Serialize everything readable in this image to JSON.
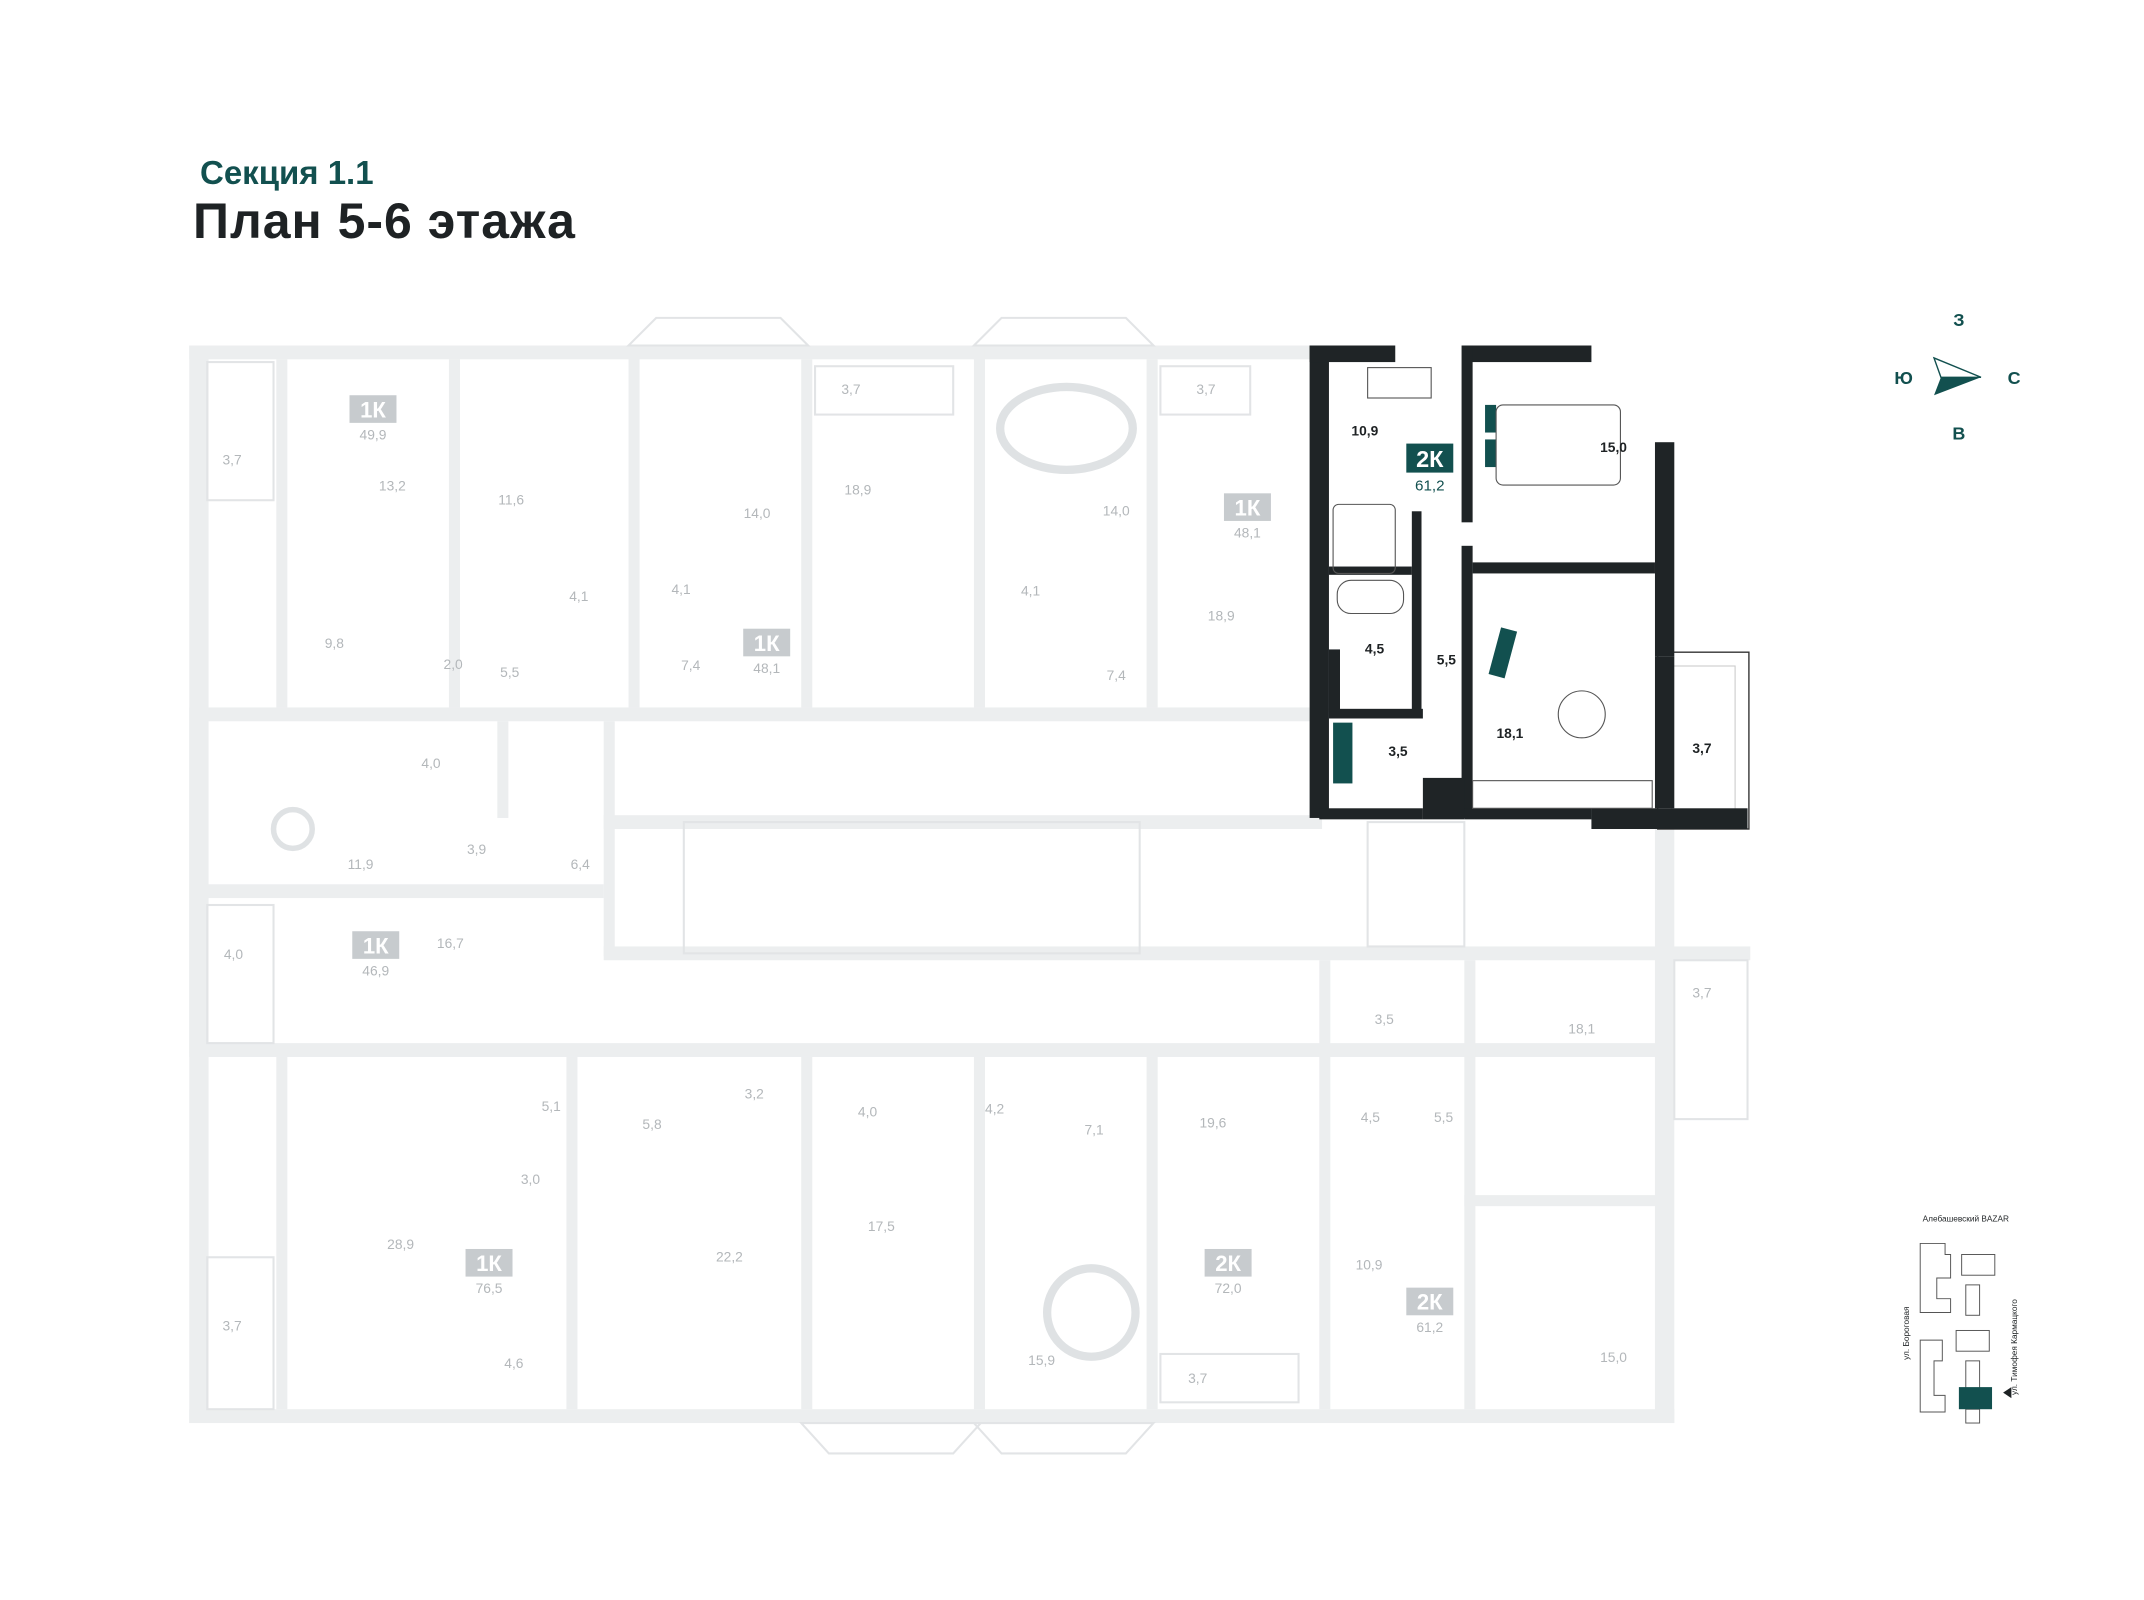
{
  "header": {
    "section": "Секция 1.1",
    "title": "План 5-6 этажа"
  },
  "colors": {
    "accent": "#12504f",
    "walls_active": "#1f2426",
    "walls_inactive": "#eceeef"
  },
  "selected_apartment": {
    "type": "2К",
    "area": "61,2",
    "rooms": [
      "10,9",
      "15,0",
      "4,5",
      "5,5",
      "3,5",
      "18,1",
      "3,7"
    ]
  },
  "apartments": [
    {
      "type": "1К",
      "area": "49,9"
    },
    {
      "type": "1К",
      "area": "48,1"
    },
    {
      "type": "1К",
      "area": "48,1"
    },
    {
      "type": "1К",
      "area": "46,9"
    },
    {
      "type": "1К",
      "area": "76,5"
    },
    {
      "type": "2К",
      "area": "72,0"
    },
    {
      "type": "2К",
      "area": "61,2"
    }
  ],
  "room_areas": [
    "3,7",
    "13,2",
    "11,6",
    "9,8",
    "2,0",
    "5,5",
    "4,1",
    "4,1",
    "14,0",
    "7,4",
    "3,7",
    "18,9",
    "4,1",
    "14,0",
    "7,4",
    "3,7",
    "18,9",
    "4,0",
    "11,9",
    "3,9",
    "6,4",
    "4,0",
    "16,7",
    "5,1",
    "5,8",
    "3,2",
    "4,0",
    "4,2",
    "7,1",
    "3,0",
    "19,6",
    "28,9",
    "22,2",
    "17,5",
    "15,9",
    "4,6",
    "3,7",
    "3,7",
    "3,5",
    "18,1",
    "3,7",
    "4,5",
    "5,5",
    "10,9",
    "15,0"
  ],
  "compass": {
    "north": "С",
    "south": "Ю",
    "west": "З",
    "east": "В"
  },
  "minimap": {
    "landmark": "Алебашевский BAZAR",
    "street_left": "ул. Бороговая",
    "street_right": "ул. Тимофея Кармацкого"
  }
}
